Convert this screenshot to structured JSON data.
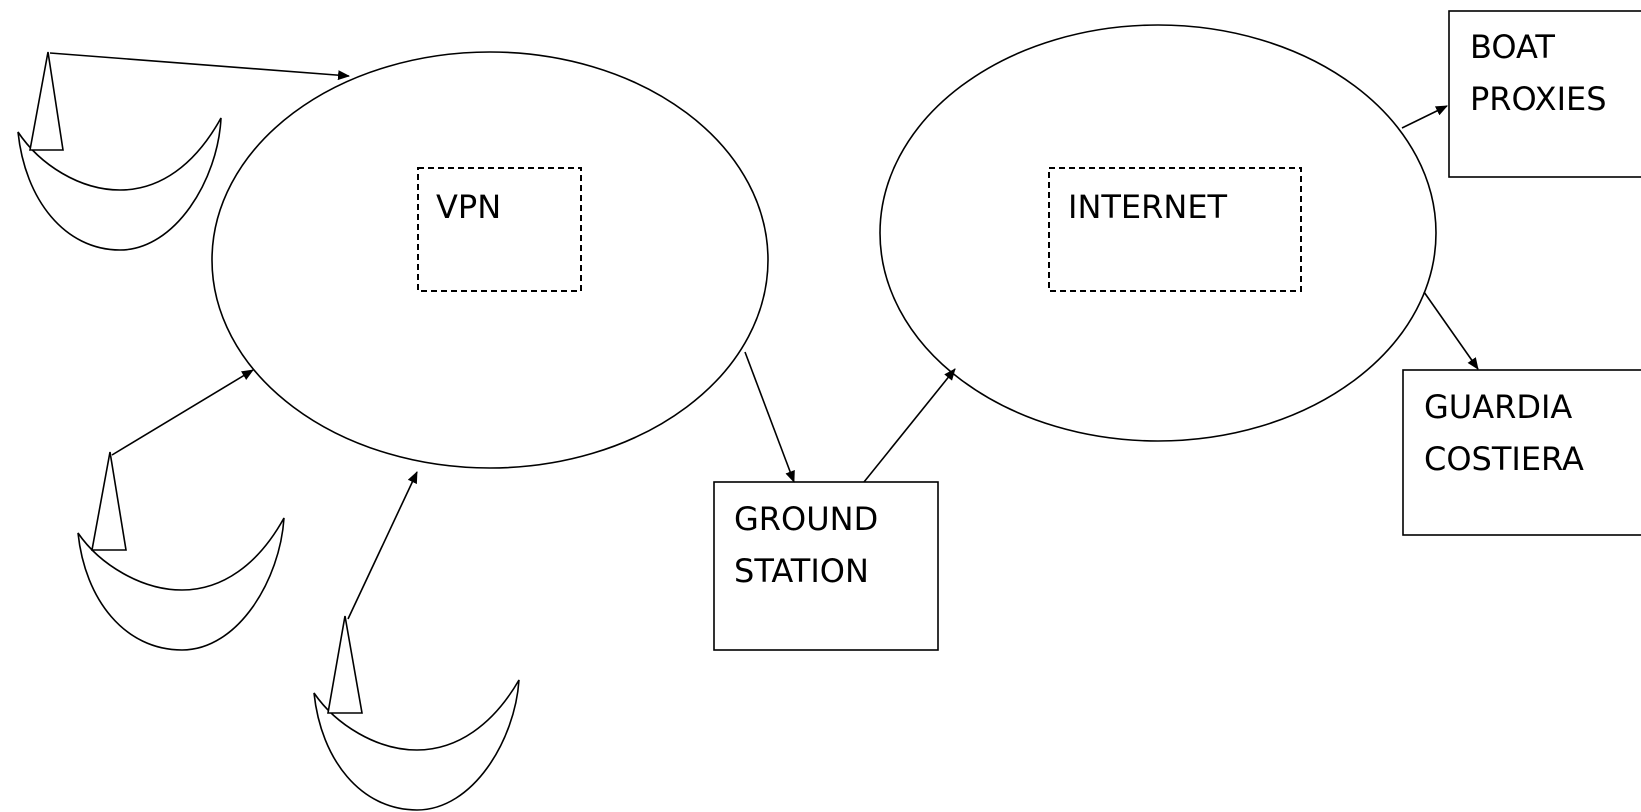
{
  "diagram": {
    "nodes": {
      "vpn": {
        "label": "VPN"
      },
      "internet": {
        "label": "INTERNET"
      },
      "ground_station": {
        "line1": "GROUND",
        "line2": "STATION"
      },
      "boat_proxies": {
        "line1": "BOAT",
        "line2": "PROXIES"
      },
      "guardia_costiera": {
        "line1": "GUARDIA",
        "line2": "COSTIERA"
      }
    },
    "boats": [
      {
        "id": "boat-1",
        "connects_to": "vpn"
      },
      {
        "id": "boat-2",
        "connects_to": "vpn"
      },
      {
        "id": "boat-3",
        "connects_to": "vpn"
      }
    ],
    "edges": [
      {
        "from": "boat-1",
        "to": "vpn"
      },
      {
        "from": "boat-2",
        "to": "vpn"
      },
      {
        "from": "boat-3",
        "to": "vpn"
      },
      {
        "from": "vpn",
        "to": "ground_station"
      },
      {
        "from": "ground_station",
        "to": "internet"
      },
      {
        "from": "internet",
        "to": "boat_proxies"
      },
      {
        "from": "internet",
        "to": "guardia_costiera"
      }
    ],
    "colors": {
      "stroke": "#000000",
      "background": "#ffffff"
    }
  }
}
